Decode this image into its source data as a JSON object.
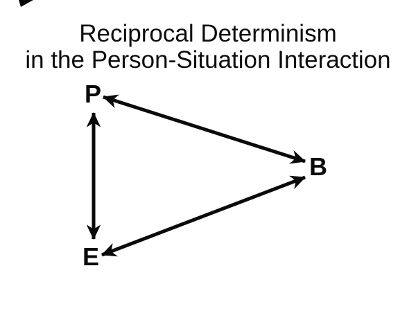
{
  "colors": {
    "background": "#ffffff",
    "ink": "#0a0a0a"
  },
  "title": {
    "line1": "Reciprocal Determinism",
    "line2": "in the Person-Situation Interaction"
  },
  "diagram": {
    "type": "triangle-diagram",
    "nodes": [
      {
        "id": "P",
        "label": "P"
      },
      {
        "id": "B",
        "label": "B"
      },
      {
        "id": "E",
        "label": "E"
      }
    ],
    "edges": [
      {
        "from": "P",
        "to": "E",
        "bidirectional": true
      },
      {
        "from": "P",
        "to": "B",
        "bidirectional": true
      },
      {
        "from": "E",
        "to": "B",
        "bidirectional": true
      }
    ]
  }
}
